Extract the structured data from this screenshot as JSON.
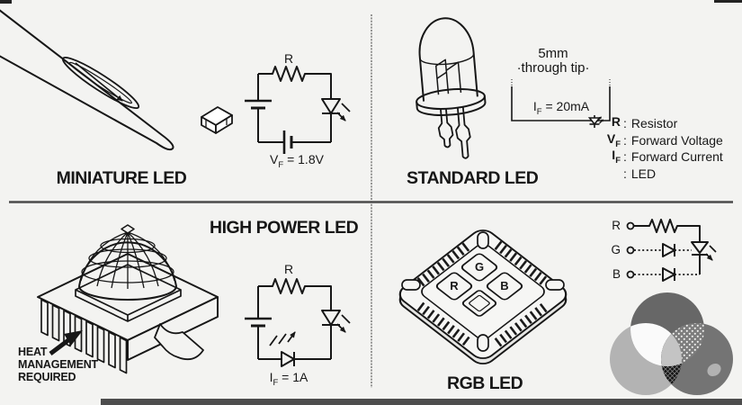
{
  "panels": {
    "miniature": {
      "title": "MINIATURE LED",
      "circuit": {
        "resistor_label": "R",
        "vf_sym": "V",
        "vf_sub": "F",
        "vf_val": " = 1.8V"
      }
    },
    "standard": {
      "title": "STANDARD LED",
      "dimension_line1": "5mm",
      "dimension_line2": "·through tip·",
      "if_sym": "I",
      "if_sub": "F",
      "if_val": " = 20mA"
    },
    "high_power": {
      "title": "HIGH POWER LED",
      "warning_line1": "HEAT",
      "warning_line2": "MANAGEMENT",
      "warning_line3": "REQUIRED",
      "circuit": {
        "resistor_label": "R",
        "if_sym": "I",
        "if_sub": "F",
        "if_val": " = 1A"
      }
    },
    "rgb": {
      "title": "RGB LED",
      "die_r": "R",
      "die_g": "G",
      "die_b": "B",
      "wire_r": "R",
      "wire_g": "G",
      "wire_b": "B"
    }
  },
  "legend": {
    "colon": ":",
    "items": [
      {
        "sym": "R",
        "sub": "",
        "label": "Resistor"
      },
      {
        "sym": "V",
        "sub": "F",
        "label": "Forward Voltage"
      },
      {
        "sym": "I",
        "sub": "F",
        "label": "Forward Current"
      },
      {
        "sym": "",
        "sub": "",
        "label": "LED",
        "icon": "led-symbol"
      }
    ]
  },
  "venn": {
    "top_color": "#676767",
    "left_color": "#b3b3b3",
    "right_color": "#747474",
    "top_left_overlap": "#fafafa",
    "center_overlap": "#c4c4c4"
  },
  "colors": {
    "ink": "#171717",
    "divider": "#4a4a4a"
  }
}
